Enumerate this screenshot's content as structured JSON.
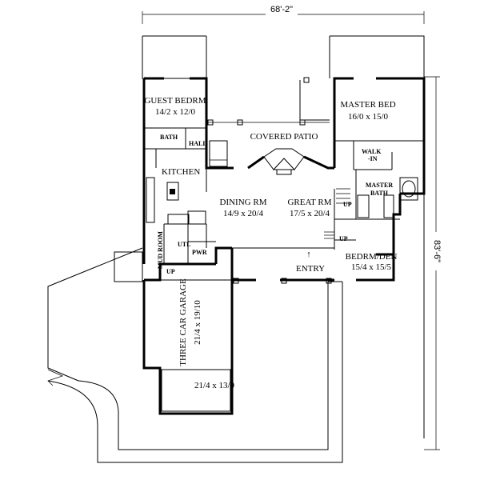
{
  "dimensions": {
    "width_label": "68'-2\"",
    "depth_label": "83'-6\""
  },
  "rooms": {
    "guest_bedroom": {
      "name": "GUEST BEDRM",
      "size": "14/2 x 12/0"
    },
    "master_bed": {
      "name": "MASTER BED",
      "size": "16/0 x 15/0"
    },
    "covered_patio": {
      "name": "COVERED PATIO"
    },
    "bath": {
      "name": "BATH"
    },
    "hall": {
      "name": "HALL"
    },
    "kitchen": {
      "name": "KITCHEN"
    },
    "dining": {
      "name": "DINING RM",
      "size": "14/9 x 20/4"
    },
    "great": {
      "name": "GREAT RM",
      "size": "17/5 x 20/4"
    },
    "walk_in": {
      "name": "WALK",
      "name2": "-IN"
    },
    "master_bath": {
      "name": "MASTER",
      "name2": "BATH"
    },
    "bedroom_den": {
      "name": "BEDRM/DEN",
      "size": "15/4 x 15/5"
    },
    "entry": {
      "name": "ENTRY"
    },
    "mud_room": {
      "name": "MUD ROOM"
    },
    "utl": {
      "name": "UTL"
    },
    "pwr": {
      "name": "PWR"
    },
    "garage": {
      "name": "THREE CAR GARAGE",
      "size": "21/4 x 19/10"
    },
    "garage_ext": {
      "size": "21/4 x 13/0"
    }
  },
  "markers": {
    "up_great": "UP",
    "up_den": "UP",
    "up_mud": "UP"
  }
}
